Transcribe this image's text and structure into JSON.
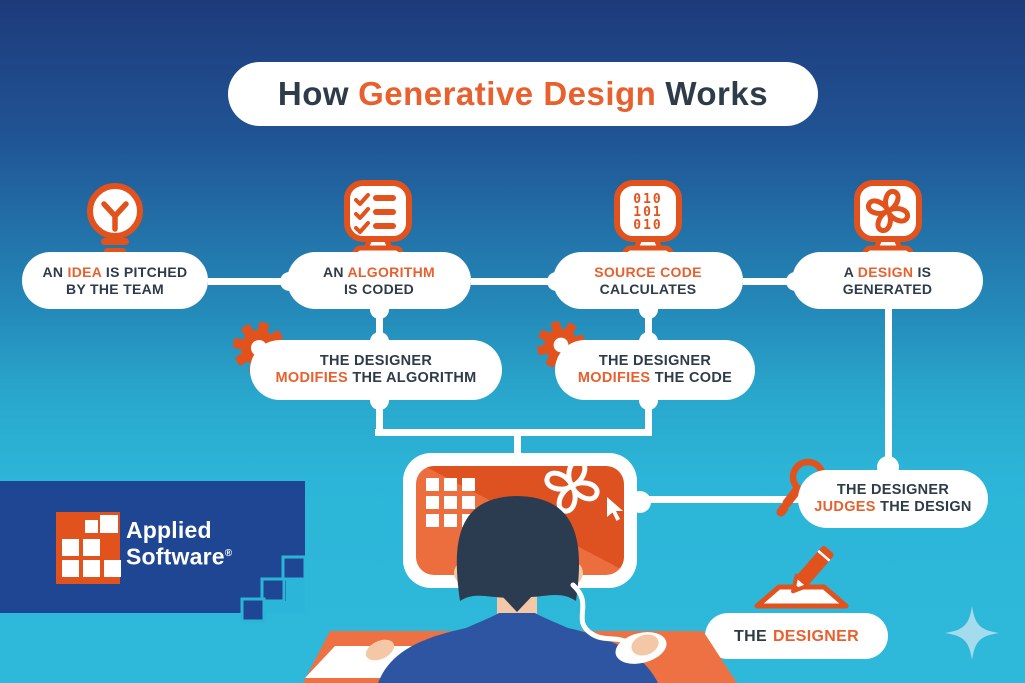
{
  "title": {
    "pre": "How",
    "highlight": "Generative Design",
    "post": "Works"
  },
  "flow": {
    "step1": {
      "l1a": "AN",
      "l1b": "IDEA",
      "l1c": "IS PITCHED",
      "l2": "BY THE TEAM"
    },
    "step2": {
      "l1a": "AN",
      "l1b": "ALGORITHM",
      "l2": "IS CODED"
    },
    "step3": {
      "l1b": "SOURCE CODE",
      "l2": "CALCULATES"
    },
    "step4": {
      "l1a": "A",
      "l1b": "DESIGN",
      "l1c": "IS",
      "l2": "GENERATED"
    },
    "mod_algo": {
      "l1": "THE DESIGNER",
      "l2a": "MODIFIES",
      "l2b": "THE ALGORITHM"
    },
    "mod_code": {
      "l1": "THE DESIGNER",
      "l2a": "MODIFIES",
      "l2b": "THE CODE"
    },
    "judges": {
      "l1": "THE DESIGNER",
      "l2a": "JUDGES",
      "l2b": "THE DESIGN"
    },
    "designer": {
      "l1a": "THE",
      "l1b": "DESIGNER"
    }
  },
  "icons": {
    "binary_line1": "010",
    "binary_line2": "101",
    "binary_line3": "010"
  },
  "logo": {
    "line1": "Applied",
    "line2": "Software",
    "reg": "®"
  },
  "colors": {
    "accent_orange": "#e9602f",
    "icon_orange": "#e2521c",
    "dark_text": "#2e3b49",
    "logo_navy": "#1f4692",
    "background_teal": "#2bb5d8",
    "background_top_navy": "#1e3a7b",
    "pill_white": "#ffffff",
    "sparkle_blue": "#a4dbed"
  }
}
